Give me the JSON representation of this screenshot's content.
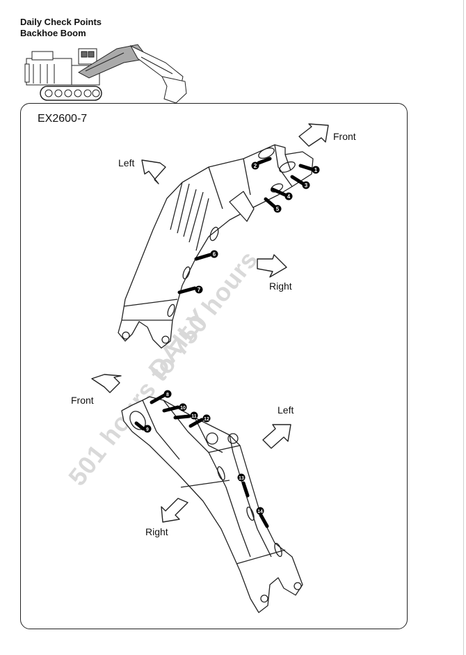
{
  "header": {
    "title": "Daily Check Points",
    "subtitle": "Backhoe Boom"
  },
  "model": "EX2600-7",
  "upper_view": {
    "front_label": "Front",
    "left_label": "Left",
    "right_label": "Right",
    "points": [
      "1",
      "2",
      "3",
      "4",
      "5",
      "6",
      "7"
    ]
  },
  "lower_view": {
    "front_label": "Front",
    "left_label": "Left",
    "right_label": "Right",
    "points": [
      "8",
      "9",
      "10",
      "11",
      "12",
      "13",
      "14"
    ]
  },
  "watermark": {
    "line1": "DAILY",
    "line2": "501 hours to 750 hours"
  }
}
